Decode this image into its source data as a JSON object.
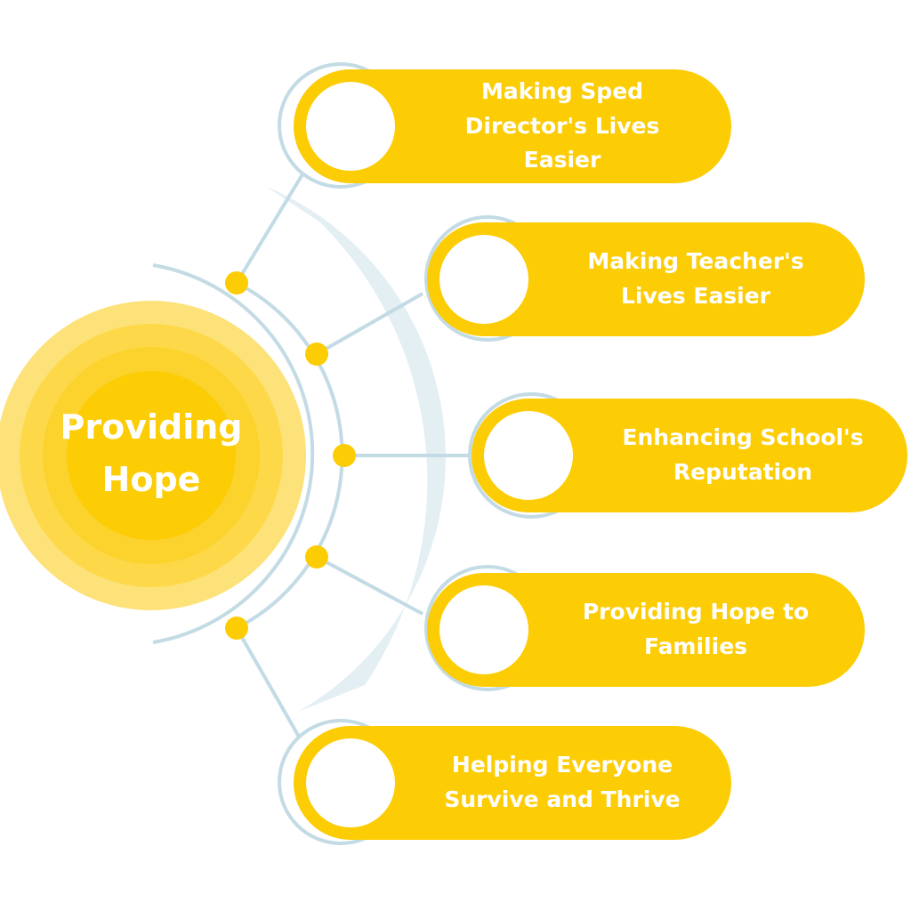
{
  "colors": {
    "yellow": "#fccc05",
    "light_yellow": "#fde27a",
    "pale_blue": "#e3eff3",
    "ring_blue": "#c3dbe4",
    "white": "#ffffff"
  },
  "center": {
    "label": "Providing Hope"
  },
  "items": [
    {
      "label": "Making Sped Director's Lives Easier"
    },
    {
      "label": "Making Teacher's Lives Easier"
    },
    {
      "label": "Enhancing School's Reputation"
    },
    {
      "label": "Providing Hope to Families"
    },
    {
      "label": "Helping Everyone Survive and Thrive"
    }
  ]
}
